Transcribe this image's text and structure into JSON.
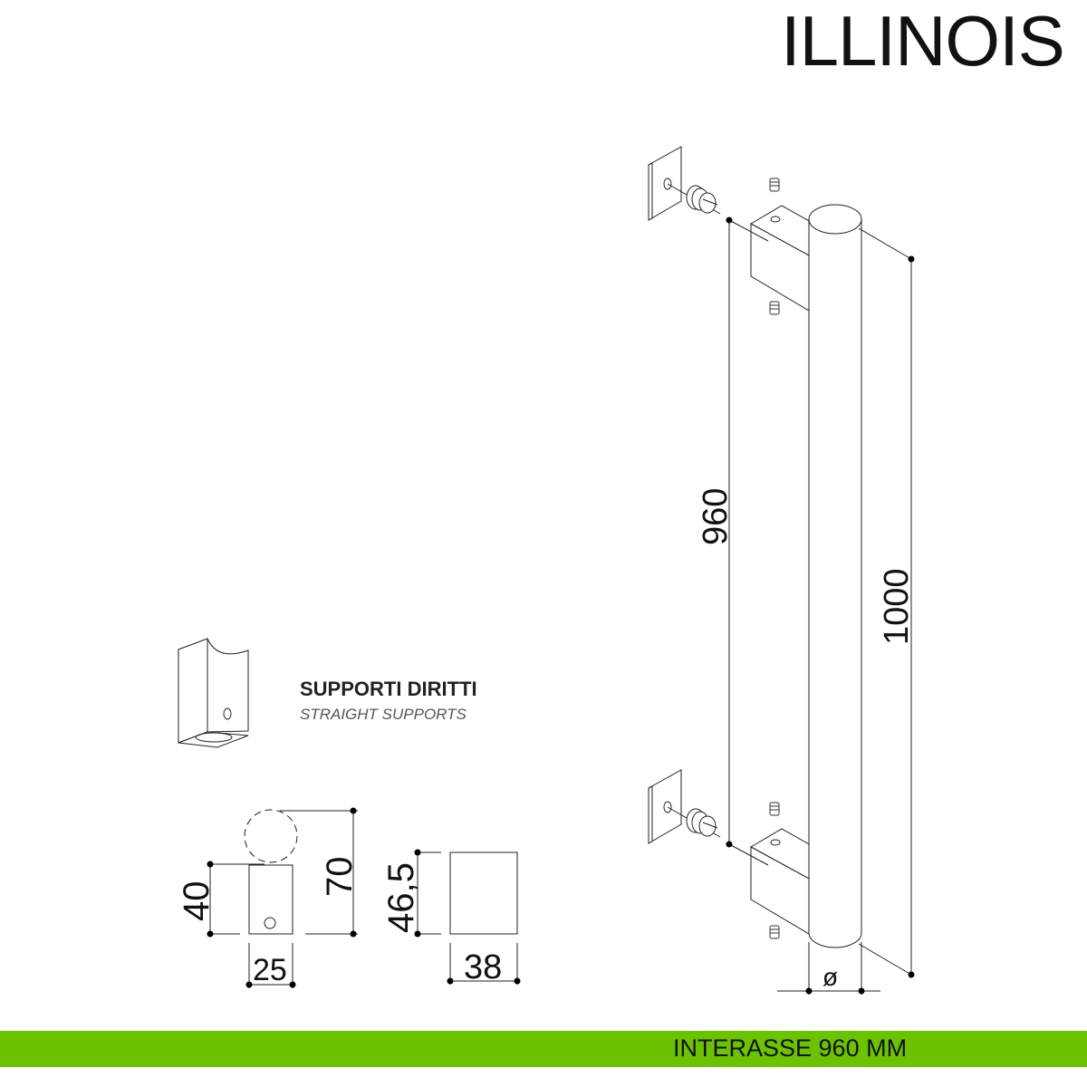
{
  "title": "ILLINOIS",
  "supports": {
    "title": "SUPPORTI DIRITTI",
    "subtitle": "STRAIGHT SUPPORTS"
  },
  "dimensions": {
    "interaxis": "960",
    "length": "1000",
    "diameter": "ø",
    "support_height_a": "40",
    "support_height_b": "70",
    "support_width": "25",
    "support_depth_height": "46,5",
    "support_depth": "38"
  },
  "footer": {
    "label": "INTERASSE 960 MM",
    "color": "#6bc300"
  }
}
